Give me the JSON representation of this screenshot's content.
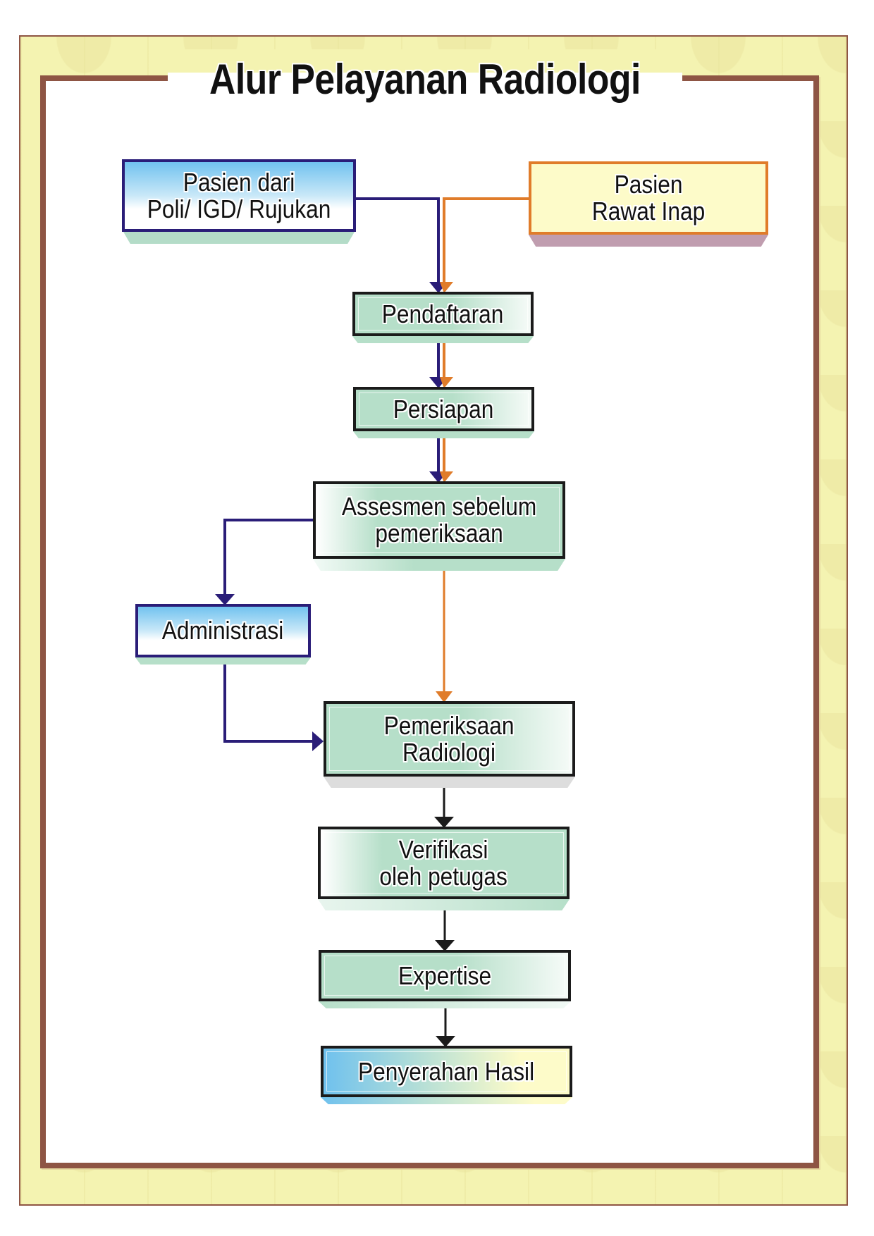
{
  "title": "Alur Pelayanan Radiologi",
  "colors": {
    "frame_brown": "#8e5544",
    "frame_yellow": "#f4f3b1",
    "flow_blue": "#2a1d78",
    "flow_orange": "#e07c2a",
    "flow_black": "#1b1b1b",
    "box_green": "#b6dfc9"
  },
  "nodes": {
    "pasien_poli": {
      "label": "Pasien dari\nPoli/ IGD/ Rujukan"
    },
    "pasien_rawat_inap": {
      "label": "Pasien\nRawat Inap"
    },
    "pendaftaran": {
      "label": "Pendaftaran"
    },
    "persiapan": {
      "label": "Persiapan"
    },
    "assesmen": {
      "label": "Assesmen sebelum\npemeriksaan"
    },
    "administrasi": {
      "label": "Administrasi"
    },
    "pemeriksaan": {
      "label": "Pemeriksaan\nRadiologi"
    },
    "verifikasi": {
      "label": "Verifikasi\noleh petugas"
    },
    "expertise": {
      "label": "Expertise"
    },
    "penyerahan": {
      "label": "Penyerahan Hasil"
    }
  },
  "edges": [
    {
      "from": "pasien_poli",
      "to": "pendaftaran",
      "color": "blue"
    },
    {
      "from": "pasien_rawat_inap",
      "to": "pendaftaran",
      "color": "orange"
    },
    {
      "from": "pendaftaran",
      "to": "persiapan",
      "color": "blue"
    },
    {
      "from": "pendaftaran",
      "to": "persiapan",
      "color": "orange"
    },
    {
      "from": "persiapan",
      "to": "assesmen",
      "color": "blue"
    },
    {
      "from": "persiapan",
      "to": "assesmen",
      "color": "orange"
    },
    {
      "from": "assesmen",
      "to": "administrasi",
      "color": "blue"
    },
    {
      "from": "administrasi",
      "to": "pemeriksaan",
      "color": "blue"
    },
    {
      "from": "assesmen",
      "to": "pemeriksaan",
      "color": "orange"
    },
    {
      "from": "pemeriksaan",
      "to": "verifikasi",
      "color": "black"
    },
    {
      "from": "verifikasi",
      "to": "expertise",
      "color": "black"
    },
    {
      "from": "expertise",
      "to": "penyerahan",
      "color": "black"
    }
  ]
}
